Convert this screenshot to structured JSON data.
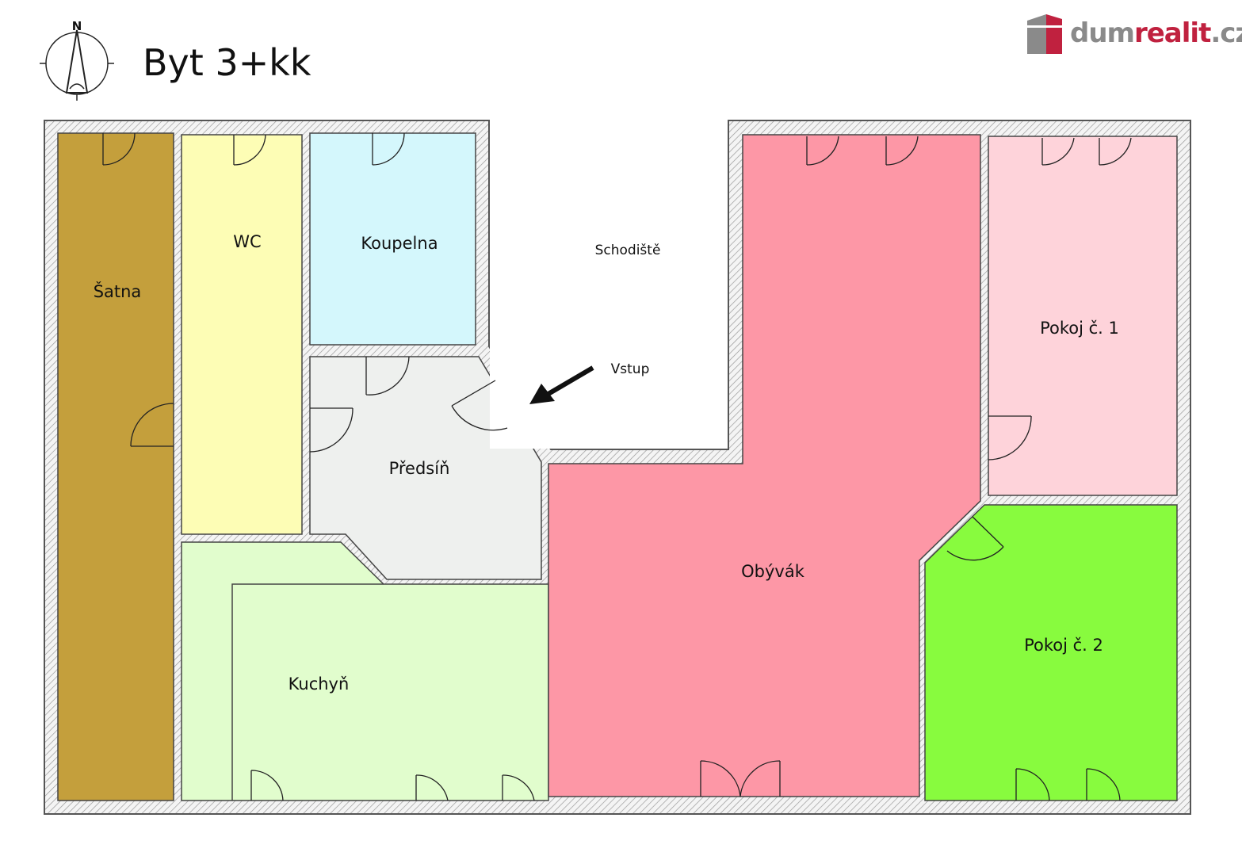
{
  "header": {
    "title": "Byt 3+kk",
    "compass_label": "N"
  },
  "logo": {
    "part1": "dum",
    "part2": "realit",
    "part3": ".cz"
  },
  "rooms": {
    "satna": {
      "label": "Šatna",
      "color": "#c49f3c"
    },
    "wc": {
      "label": "WC",
      "color": "#fdfdb5"
    },
    "koupelna": {
      "label": "Koupelna",
      "color": "#d4f7fc"
    },
    "predsin": {
      "label": "Předsíň",
      "color": "#eef0ee"
    },
    "kuchyn": {
      "label": "Kuchyň",
      "color": "#e1fdcd"
    },
    "obyvak": {
      "label": "Obývák",
      "color": "#fd97a6"
    },
    "pokoj1": {
      "label": "Pokoj č. 1",
      "color": "#fed3da"
    },
    "pokoj2": {
      "label": "Pokoj č. 2",
      "color": "#88fb3e"
    }
  },
  "annotations": {
    "stairs": "Schodiště",
    "entrance": "Vstup"
  }
}
